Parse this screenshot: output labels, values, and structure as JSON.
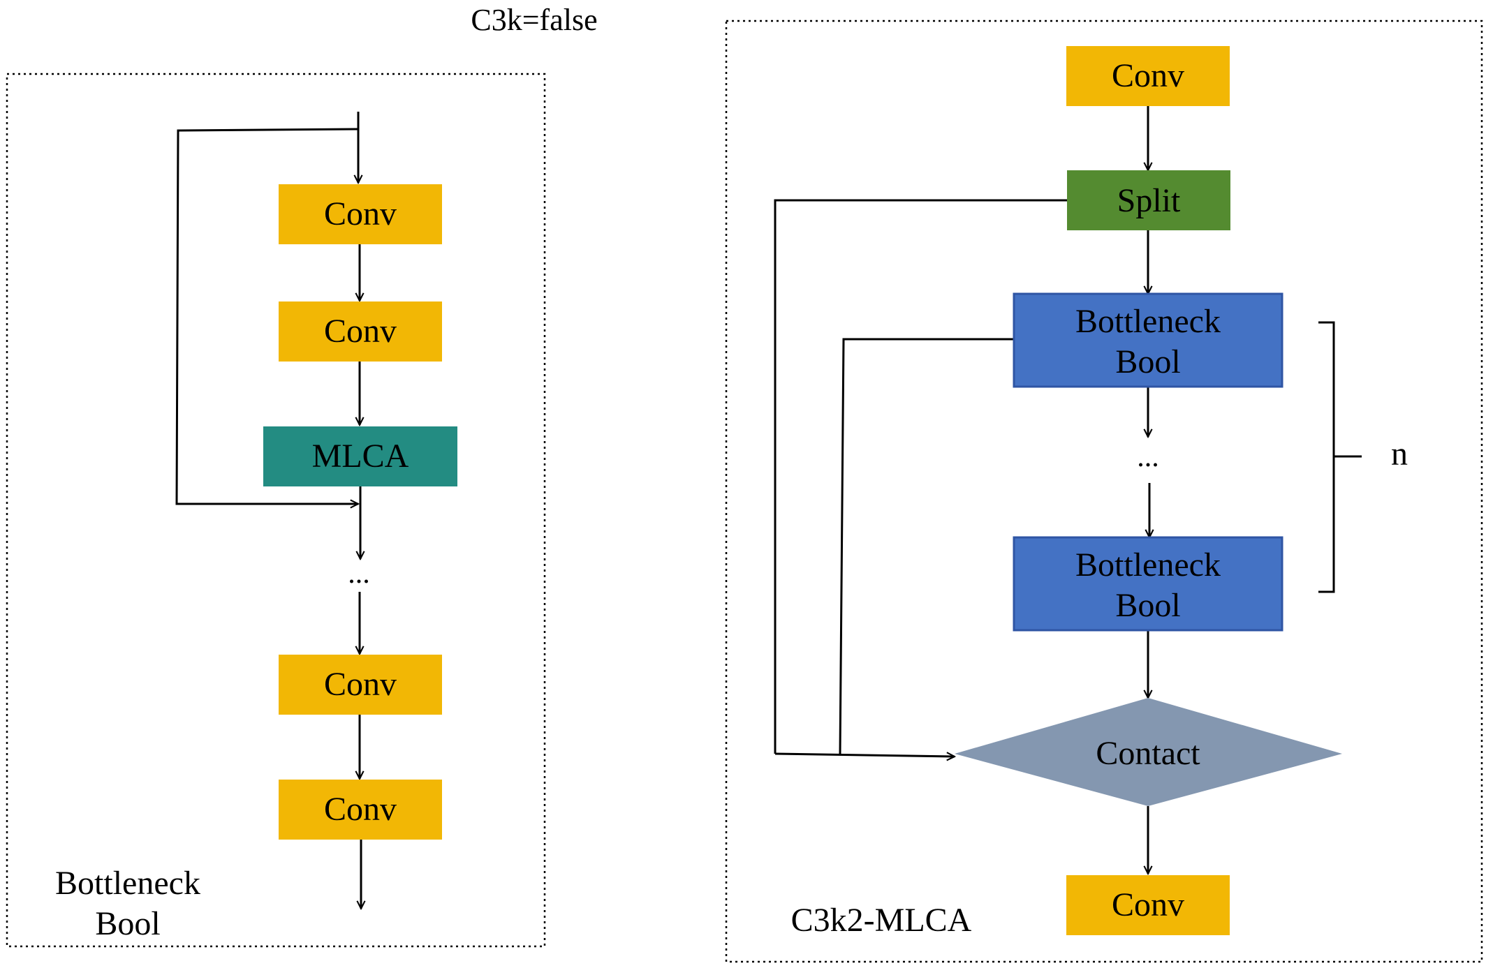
{
  "header": {
    "title": "C3k=false"
  },
  "left_panel": {
    "caption_line1": "Bottleneck",
    "caption_line2": "Bool",
    "conv1": "Conv",
    "conv2": "Conv",
    "mlca": "MLCA",
    "ellipsis": "...",
    "conv3": "Conv",
    "conv4": "Conv"
  },
  "right_panel": {
    "caption": "C3k2-MLCA",
    "conv_top": "Conv",
    "split": "Split",
    "bottleneck1_line1": "Bottleneck",
    "bottleneck1_line2": "Bool",
    "ellipsis": "...",
    "bottleneck2_line1": "Bottleneck",
    "bottleneck2_line2": "Bool",
    "repeat_label": "n",
    "concat": "Contact",
    "conv_bottom": "Conv"
  },
  "colors": {
    "conv": "#F2B705",
    "split": "#548B30",
    "mlca": "#238C82",
    "bottleneck": "#4472C4",
    "bottleneck_border": "#2F55A4",
    "concat": "#8497B0"
  }
}
